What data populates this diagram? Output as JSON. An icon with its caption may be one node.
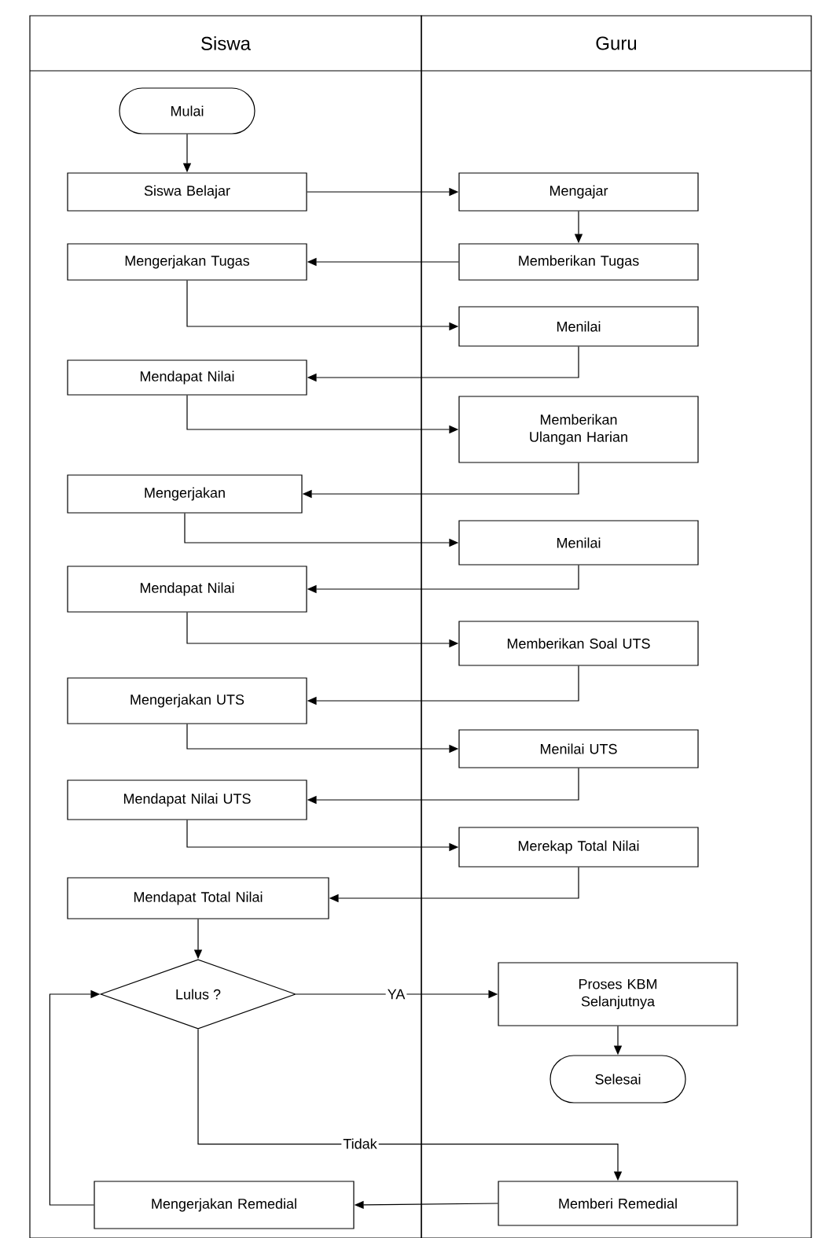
{
  "diagram": {
    "nodes": [
      {
        "text": [
          "Siswa"
        ]
      },
      {
        "text": [
          "Guru"
        ]
      },
      {
        "text": [
          "Mulai"
        ],
        "in": 0
      },
      {
        "text": [
          "Siswa Belajar"
        ],
        "in": 0
      },
      {
        "text": [
          "Mengajar"
        ],
        "in": 1
      },
      {
        "text": [
          "Mengerjakan Tugas"
        ],
        "in": 0
      },
      {
        "text": [
          "Memberikan Tugas"
        ],
        "in": 1
      },
      {
        "text": [
          "Menilai"
        ],
        "in": 1
      },
      {
        "text": [
          "Mendapat Nilai"
        ],
        "in": 0
      },
      {
        "text": [
          "Memberikan Ulangan Harian"
        ],
        "in": 1
      },
      {
        "text": [
          "Mengerjakan"
        ],
        "in": 0
      },
      {
        "text": [
          "Menilai"
        ],
        "in": 1
      },
      {
        "text": [
          "Mendapat Nilai"
        ],
        "in": 0
      },
      {
        "text": [
          "Memberikan Soal UTS"
        ],
        "in": 1
      },
      {
        "text": [
          "Mengerjakan UTS"
        ],
        "in": 0
      },
      {
        "text": [
          "Menilai UTS"
        ],
        "in": 1
      },
      {
        "text": [
          "Mendapat Nilai UTS"
        ],
        "in": 0
      },
      {
        "text": [
          "Merekap Total Nilai"
        ],
        "in": 1
      },
      {
        "text": [
          "Mendapat Total Nilai"
        ],
        "in": 0
      },
      {
        "text": [
          "Lulus ?"
        ],
        "in": 0
      },
      {
        "text": [
          "Proses KBM Selanjutnya"
        ],
        "in": 1
      },
      {
        "text": [
          "Selesai"
        ],
        "in": 1
      },
      {
        "text": [
          "Mengerjakan Remedial"
        ],
        "in": 0
      },
      {
        "text": [
          "Memberi  Remedial"
        ],
        "in": 1
      }
    ],
    "edges": [
      {
        "from": 2,
        "to": 3,
        "arrow": "to"
      },
      {
        "from": 3,
        "to": 4,
        "arrow": "to"
      },
      {
        "from": 4,
        "to": 6,
        "arrow": "to"
      },
      {
        "from": 6,
        "to": 5,
        "arrow": "to"
      },
      {
        "from": 5,
        "to": 7,
        "arrow": "to"
      },
      {
        "from": 7,
        "to": 8,
        "arrow": "to"
      },
      {
        "from": 8,
        "to": 9,
        "arrow": "to"
      },
      {
        "from": 9,
        "to": 10,
        "arrow": "to"
      },
      {
        "from": 10,
        "to": 11,
        "arrow": "to"
      },
      {
        "from": 11,
        "to": 12,
        "arrow": "to"
      },
      {
        "from": 12,
        "to": 13,
        "arrow": "to"
      },
      {
        "from": 13,
        "to": 14,
        "arrow": "to"
      },
      {
        "from": 14,
        "to": 15,
        "arrow": "to"
      },
      {
        "from": 15,
        "to": 16,
        "arrow": "to"
      },
      {
        "from": 16,
        "to": 17,
        "arrow": "to"
      },
      {
        "from": 17,
        "to": 18,
        "arrow": "to"
      },
      {
        "from": 18,
        "to": 19,
        "arrow": "to"
      },
      {
        "from": 19,
        "to": 20,
        "arrow": "to",
        "label": "YA"
      },
      {
        "from": 20,
        "to": 21,
        "arrow": "to"
      },
      {
        "from": 19,
        "to": 23,
        "arrow": "to",
        "label": "Tidak"
      },
      {
        "from": 23,
        "to": 22,
        "arrow": "to"
      },
      {
        "from": 22,
        "to": 19,
        "arrow": "to"
      }
    ]
  }
}
